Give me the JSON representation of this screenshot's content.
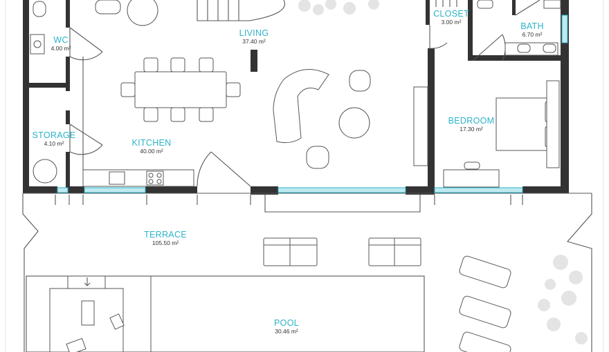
{
  "plan": {
    "rooms": [
      {
        "id": "closet",
        "name": "CLOSET",
        "area": "3.00 m²"
      },
      {
        "id": "wc",
        "name": "WC",
        "area": "4.00 m²"
      },
      {
        "id": "living",
        "name": "LIVING",
        "area": "37.40 m²"
      },
      {
        "id": "bath",
        "name": "BATH",
        "area": "6.70 m²"
      },
      {
        "id": "storage",
        "name": "STORAGE",
        "area": "4.10 m²"
      },
      {
        "id": "bedroom",
        "name": "BEDROOM",
        "area": "17.30 m²"
      },
      {
        "id": "kitchen",
        "name": "KITCHEN",
        "area": "40.00 m²"
      },
      {
        "id": "terrace",
        "name": "TERRACE",
        "area": "105.50 m²"
      },
      {
        "id": "pool",
        "name": "POOL",
        "area": "30.46 m²"
      }
    ],
    "colors": {
      "label": "#2bb3c8",
      "wall": "#333333",
      "glass": "#bfe9f0",
      "vegetation": "#e4e4e4"
    }
  }
}
